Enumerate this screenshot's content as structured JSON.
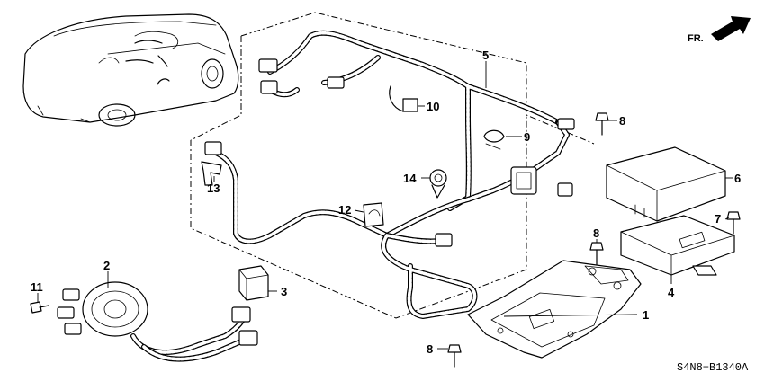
{
  "diagram": {
    "direction_label": "FR.",
    "catalog_code": "S4N8−B1340A",
    "callouts": [
      {
        "id": "1",
        "text": "1"
      },
      {
        "id": "2",
        "text": "2"
      },
      {
        "id": "3",
        "text": "3"
      },
      {
        "id": "4",
        "text": "4"
      },
      {
        "id": "5",
        "text": "5"
      },
      {
        "id": "6",
        "text": "6"
      },
      {
        "id": "7",
        "text": "7"
      },
      {
        "id": "8a",
        "text": "8"
      },
      {
        "id": "8b",
        "text": "8"
      },
      {
        "id": "8c",
        "text": "8"
      },
      {
        "id": "9",
        "text": "9"
      },
      {
        "id": "10",
        "text": "10"
      },
      {
        "id": "11",
        "text": "11"
      },
      {
        "id": "12",
        "text": "12"
      },
      {
        "id": "13",
        "text": "13"
      },
      {
        "id": "14",
        "text": "14"
      }
    ]
  }
}
